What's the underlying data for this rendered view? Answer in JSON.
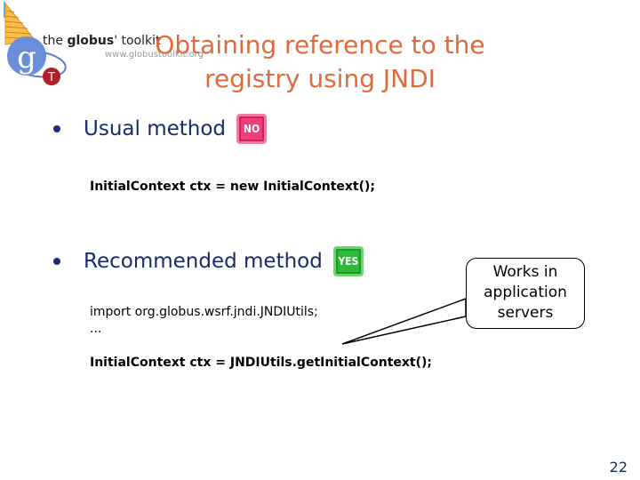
{
  "logo": {
    "brand_text_prefix": "the ",
    "brand_text_bold": "globus",
    "brand_text_suffix": "' toolkit",
    "url": "www.globustoolkit.org",
    "badge_letter": "T",
    "g_letter": "g"
  },
  "slide": {
    "title_line1": "Obtaining reference to the",
    "title_line2": "registry using JNDI",
    "page_number": "22"
  },
  "bullets": [
    {
      "label": "Usual method",
      "badge": "NO",
      "badge_color": "#ee3f78"
    },
    {
      "label": "Recommended method",
      "badge": "YES",
      "badge_color": "#2fb83a"
    }
  ],
  "code": {
    "usual_line": "InitialContext ctx = new InitialContext();",
    "import_line": "import org.globus.wsrf.jndi.JNDIUtils;",
    "ellipsis": "...",
    "recommended_line": "InitialContext ctx = JNDIUtils.getInitialContext();"
  },
  "callout": {
    "line1": "Works in",
    "line2": "application",
    "line3": "servers"
  },
  "colors": {
    "title": "#e06a3c",
    "bullet_text": "#1a2a6a"
  }
}
